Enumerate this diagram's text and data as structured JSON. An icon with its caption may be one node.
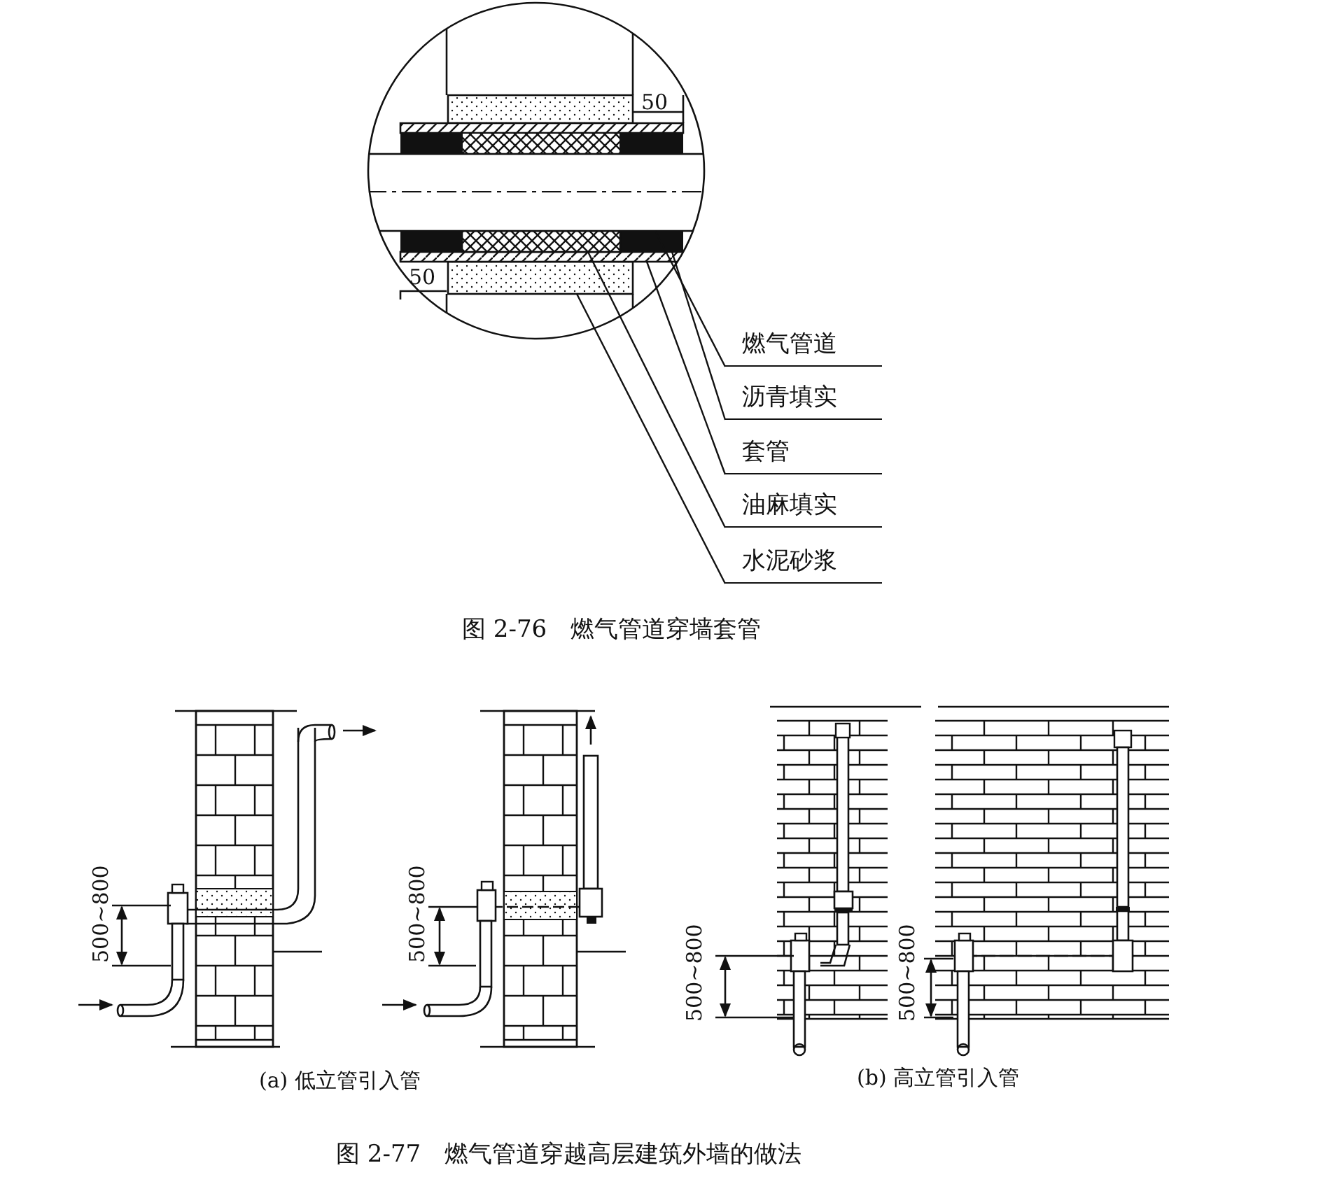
{
  "diagram": {
    "nodes": [
      {
        "text": [
          "燃气管道"
        ]
      },
      {
        "text": [
          "沥青填实"
        ]
      },
      {
        "text": [
          "套管"
        ]
      },
      {
        "text": [
          "油麻填实"
        ]
      },
      {
        "text": [
          "水泥砂浆"
        ]
      },
      {
        "text": [],
        "shape": "bar"
      },
      {
        "text": [],
        "shape": "bar"
      },
      {
        "text": [],
        "shape": "bar"
      },
      {
        "text": [],
        "shape": "bar"
      },
      {
        "text": [],
        "shape": "bar"
      }
    ],
    "edges": [
      {
        "from": 0,
        "to": 5,
        "arrow": "none"
      },
      {
        "from": 1,
        "to": 6,
        "arrow": "none"
      },
      {
        "from": 2,
        "to": 7,
        "arrow": "none"
      },
      {
        "from": 3,
        "to": 8,
        "arrow": "none"
      },
      {
        "from": 4,
        "to": 9,
        "arrow": "none"
      }
    ],
    "labels": [
      "50",
      "50",
      "图 2-76　燃气管道穿墙套管",
      "500~800",
      "500~800",
      "500~800",
      "500~800",
      "(a) 低立管引入管",
      "(b) 高立管引入管",
      "图 2-77　燃气管道穿越高层建筑外墙的做法"
    ]
  }
}
